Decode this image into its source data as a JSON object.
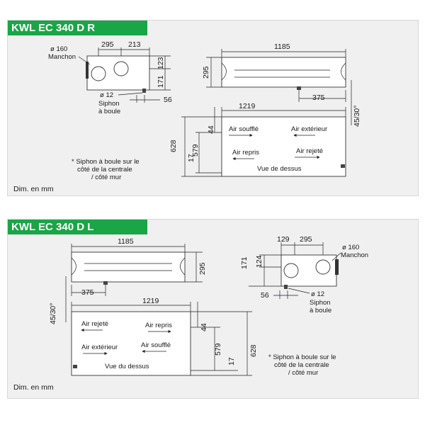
{
  "panels": [
    {
      "title": "KWL EC 340 D R",
      "dims": {
        "d1185": "1185",
        "d295a": "295",
        "d213": "213",
        "d123": "123",
        "d171": "171",
        "d295b": "295",
        "d56": "56",
        "d375": "375",
        "d4530": "45/30°",
        "d1219": "1219",
        "d628": "628",
        "d579": "579",
        "d44": "44",
        "d17": "17"
      },
      "labels": {
        "o160": "ø 160",
        "manchon": "Manchon",
        "o12": "ø 12",
        "siphon": "Siphon",
        "aboule": "à boule",
        "air_souffle": "Air soufflé",
        "air_exterieur": "Air extérieur",
        "air_repris": "Air repris",
        "air_rejete": "Air rejeté",
        "vue": "Vue de dessus"
      },
      "note": [
        "* Siphon à boule sur le",
        "côté de la centrale",
        "/ côté mur"
      ],
      "dim_unit": "Dim. en mm"
    },
    {
      "title": "KWL EC 340 D L",
      "dims": {
        "d1185": "1185",
        "d295a": "295",
        "d129": "129",
        "d124": "124",
        "d171": "171",
        "d295b": "295",
        "d56": "56",
        "d375": "375",
        "d4530": "45/30°",
        "d1219": "1219",
        "d628": "628",
        "d579": "579",
        "d44": "44",
        "d17": "17"
      },
      "labels": {
        "o160": "ø 160",
        "manchon": "Manchon",
        "o12": "ø 12",
        "siphon": "Siphon",
        "aboule": "à boule",
        "air_rejete": "Air rejeté",
        "air_repris": "Air repris",
        "air_exterieur": "Air extérieur",
        "air_souffle": "Air soufflé",
        "vue": "Vue du dessus"
      },
      "note": [
        "* Siphon à boule sur le",
        "côté de la centrale",
        "/ côté mur"
      ],
      "dim_unit": "Dim. en mm"
    }
  ],
  "colors": {
    "accent": "#1aa546",
    "panel": "#f0f0f1"
  }
}
